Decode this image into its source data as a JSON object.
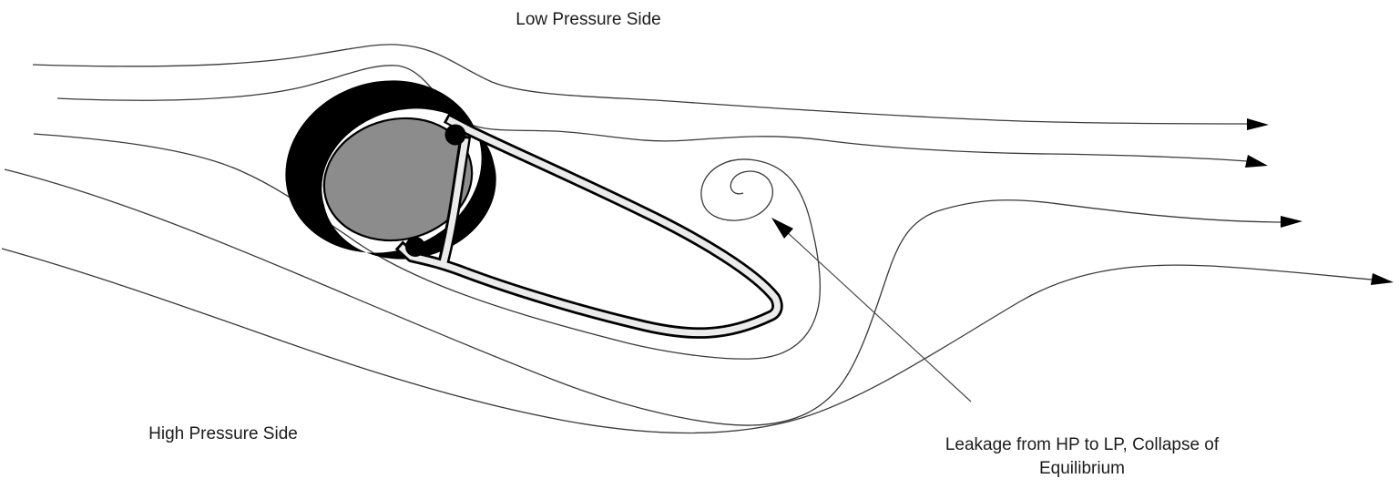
{
  "diagram": {
    "title_context": "Seal leakage flow diagram",
    "labels": {
      "low_pressure": "Low Pressure Side",
      "high_pressure": "High Pressure Side",
      "leakage_line1": "Leakage from HP to LP, Collapse of",
      "leakage_line2": "Equilibrium"
    },
    "colors": {
      "background": "#ffffff",
      "streamline": "#3a3a3a",
      "structure": "#000000",
      "shell_fill": "#ebebeb",
      "rotor_fill": "#8c8c8c",
      "leader": "#4a4a4a",
      "text": "#1c1c1c"
    }
  }
}
